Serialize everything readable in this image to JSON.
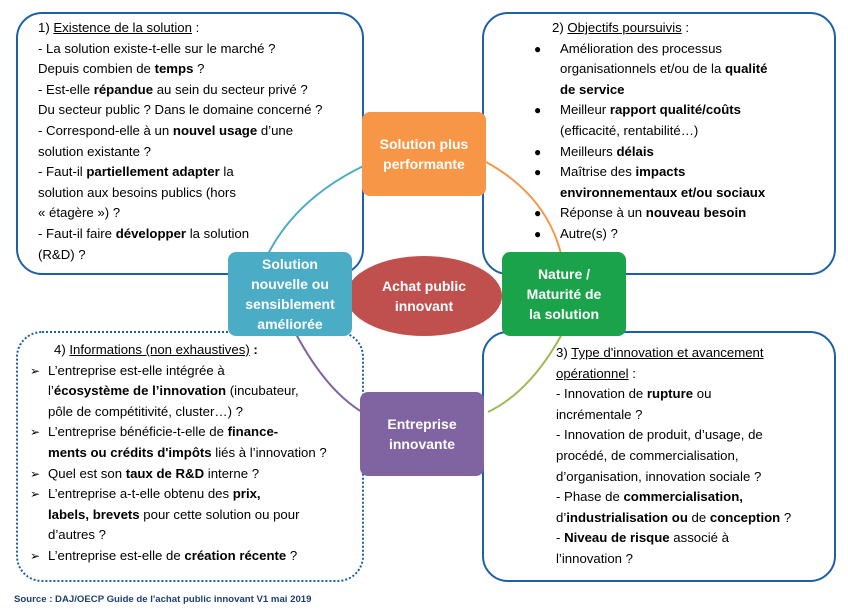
{
  "box1": {
    "number": "1) ",
    "title": "Existence de la solution",
    "title_suffix": " :",
    "lines": [
      [
        {
          "t": "- La solution existe-t-elle sur le marché ?"
        }
      ],
      [
        {
          "t": "Depuis combien de "
        },
        {
          "t": "temps",
          "b": true
        },
        {
          "t": " ?"
        }
      ],
      [
        {
          "t": "- Est-elle "
        },
        {
          "t": "répandue",
          "b": true
        },
        {
          "t": " au sein du secteur privé ?"
        }
      ],
      [
        {
          "t": "Du secteur public ? Dans le domaine concerné ?"
        }
      ],
      [
        {
          "t": "- Correspond-elle à un "
        },
        {
          "t": "nouvel usage",
          "b": true
        },
        {
          "t": " d’une"
        }
      ],
      [
        {
          "t": "solution existante ?"
        }
      ],
      [
        {
          "t": "- Faut-il "
        },
        {
          "t": "partiellement adapter",
          "b": true
        },
        {
          "t": " la"
        }
      ],
      [
        {
          "t": "solution aux besoins publics (hors"
        }
      ],
      [
        {
          "t": "« étagère ») ?"
        }
      ],
      [
        {
          "t": "- Faut-il faire "
        },
        {
          "t": "développer",
          "b": true
        },
        {
          "t": " la solution"
        }
      ],
      [
        {
          "t": "(R&D) ?"
        }
      ]
    ]
  },
  "box2": {
    "number": "2) ",
    "title": "Objectifs poursuivis",
    "title_suffix": " :",
    "bullet_glyph": "●",
    "bullets": [
      [
        [
          {
            "t": "Amélioration des processus"
          }
        ],
        [
          {
            "t": "organisationnels et/ou de la "
          },
          {
            "t": "qualité",
            "b": true
          }
        ],
        [
          {
            "t": "de service",
            "b": true
          }
        ]
      ],
      [
        [
          {
            "t": "Meilleur "
          },
          {
            "t": "rapport qualité/coûts",
            "b": true
          }
        ],
        [
          {
            "t": "(efficacité, rentabilité…)"
          }
        ]
      ],
      [
        [
          {
            "t": "Meilleurs "
          },
          {
            "t": "délais",
            "b": true
          }
        ]
      ],
      [
        [
          {
            "t": "Maîtrise des "
          },
          {
            "t": "impacts",
            "b": true
          }
        ],
        [
          {
            "t": "environnementaux et/ou sociaux",
            "b": true
          }
        ]
      ],
      [
        [
          {
            "t": "Réponse à un "
          },
          {
            "t": "nouveau besoin",
            "b": true
          }
        ]
      ],
      [
        [
          {
            "t": "Autre(s) ?"
          }
        ]
      ]
    ]
  },
  "box3": {
    "number": "3) ",
    "title": "Type d'innovation et avancement",
    "title2": "opérationnel",
    "title_suffix": " :",
    "lines": [
      [
        {
          "t": "- Innovation de "
        },
        {
          "t": "rupture",
          "b": true
        },
        {
          "t": " ou"
        }
      ],
      [
        {
          "t": "incrémentale ?"
        }
      ],
      [
        {
          "t": "- Innovation de produit, d’usage, de"
        }
      ],
      [
        {
          "t": "procédé, de commercialisation,"
        }
      ],
      [
        {
          "t": "d’organisation, innovation sociale ?"
        }
      ],
      [
        {
          "t": "- Phase de "
        },
        {
          "t": "commercialisation,",
          "b": true
        }
      ],
      [
        {
          "t": "d’"
        },
        {
          "t": "industrialisation ou",
          "b": true
        },
        {
          "t": " de "
        },
        {
          "t": "conception",
          "b": true
        },
        {
          "t": " ?"
        }
      ],
      [
        {
          "t": "- "
        },
        {
          "t": "Niveau de risque",
          "b": true
        },
        {
          "t": " associé à"
        }
      ],
      [
        {
          "t": "l’innovation ?"
        }
      ]
    ]
  },
  "box4": {
    "number": "4) ",
    "title": "Informations (non exhaustives)",
    "title_suffix": " :",
    "arrow_glyph": "➢",
    "bullets": [
      [
        [
          {
            "t": "L’entreprise est-elle intégrée à"
          }
        ],
        [
          {
            "t": "l’"
          },
          {
            "t": "écosystème de l’innovation",
            "b": true
          },
          {
            "t": " (incubateur,"
          }
        ],
        [
          {
            "t": "pôle de compétitivité, cluster…) ?"
          }
        ]
      ],
      [
        [
          {
            "t": "L’entreprise bénéficie-t-elle de "
          },
          {
            "t": "finance-",
            "b": true
          }
        ],
        [
          {
            "t": "ments ou crédits d'impôts",
            "b": true
          },
          {
            "t": " liés à l’innovation ?"
          }
        ]
      ],
      [
        [
          {
            "t": "Quel est son "
          },
          {
            "t": "taux de R&D",
            "b": true
          },
          {
            "t": " interne ?"
          }
        ]
      ],
      [
        [
          {
            "t": "L’entreprise a-t-elle obtenu des "
          },
          {
            "t": "prix,",
            "b": true
          }
        ],
        [
          {
            "t": "labels, brevets",
            "b": true
          },
          {
            "t": " pour cette solution ou pour"
          }
        ],
        [
          {
            "t": "d’autres ?"
          }
        ]
      ],
      [
        [
          {
            "t": "L’entreprise est-elle de "
          },
          {
            "t": "création récente",
            "b": true
          },
          {
            "t": " ?"
          }
        ]
      ]
    ]
  },
  "nodes": {
    "center": "Achat public innovant",
    "center_lines": [
      "Achat public",
      "innovant"
    ],
    "top": [
      "Solution plus",
      "performante"
    ],
    "left": [
      "Solution",
      "nouvelle ou",
      "sensiblement",
      "améliorée"
    ],
    "right": [
      "Nature /",
      "Maturité de",
      "la solution"
    ],
    "bottom": [
      "Entreprise",
      "innovante"
    ]
  },
  "colors": {
    "box_border": "#1f5fa8",
    "center": "#c0504d",
    "top": "#f79646",
    "left": "#4bacc6",
    "right": "#1aa34a",
    "bottom": "#8064a2"
  },
  "source": "Source : DAJ/OECP Guide de l'achat public innovant V1 mai 2019"
}
